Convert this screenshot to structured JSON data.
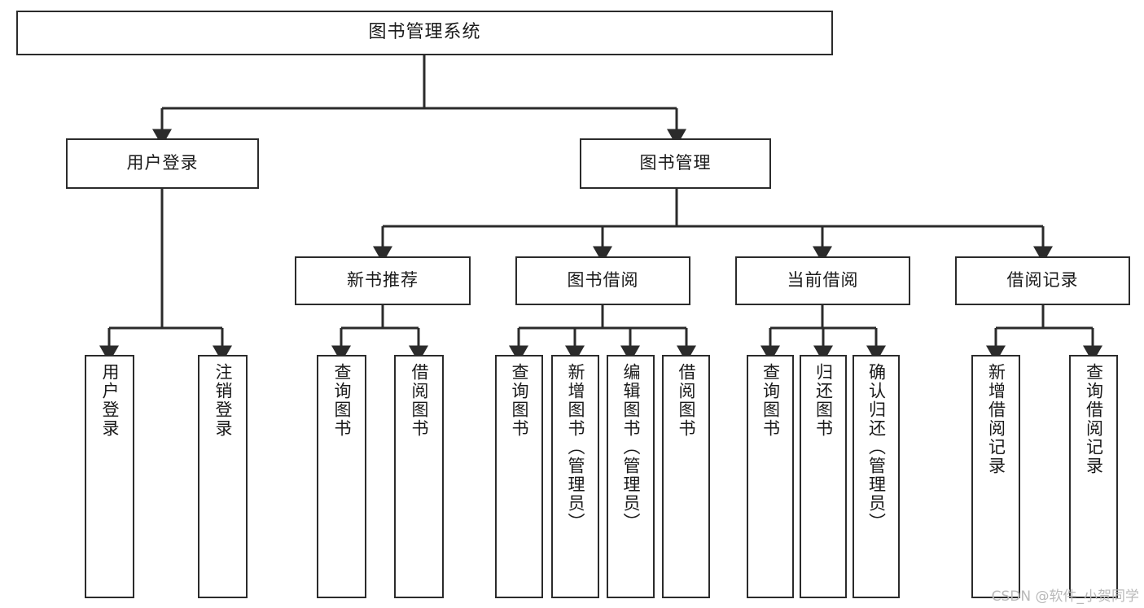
{
  "diagram": {
    "type": "tree",
    "title": "图书管理系统",
    "orientation": "top-down",
    "colors": {
      "box_border": "#2b2b2b",
      "box_fill": "#ffffff",
      "edge": "#2b2b2b",
      "text": "#1a1a1a",
      "background": "#ffffff",
      "watermark": "#b9b9b9"
    },
    "root": {
      "label": "图书管理系统"
    },
    "level2": [
      {
        "label": "用户登录"
      },
      {
        "label": "图书管理"
      }
    ],
    "level3": [
      {
        "label": "新书推荐"
      },
      {
        "label": "图书借阅"
      },
      {
        "label": "当前借阅"
      },
      {
        "label": "借阅记录"
      }
    ],
    "leaves": {
      "user_login": [
        {
          "label": "用户登录"
        },
        {
          "label": "注销登录"
        }
      ],
      "new_book_recommend": [
        {
          "label": "查询图书"
        },
        {
          "label": "借阅图书"
        }
      ],
      "book_borrow": [
        {
          "label": "查询图书"
        },
        {
          "label": "新增图书（管理员）"
        },
        {
          "label": "编辑图书（管理员）"
        },
        {
          "label": "借阅图书"
        }
      ],
      "current_borrow": [
        {
          "label": "查询图书"
        },
        {
          "label": "归还图书"
        },
        {
          "label": "确认归还（管理员）"
        }
      ],
      "borrow_record": [
        {
          "label": "新增借阅记录"
        },
        {
          "label": "查询借阅记录"
        }
      ]
    }
  },
  "watermark": {
    "text": "CSDN @软件_小贺同学"
  }
}
